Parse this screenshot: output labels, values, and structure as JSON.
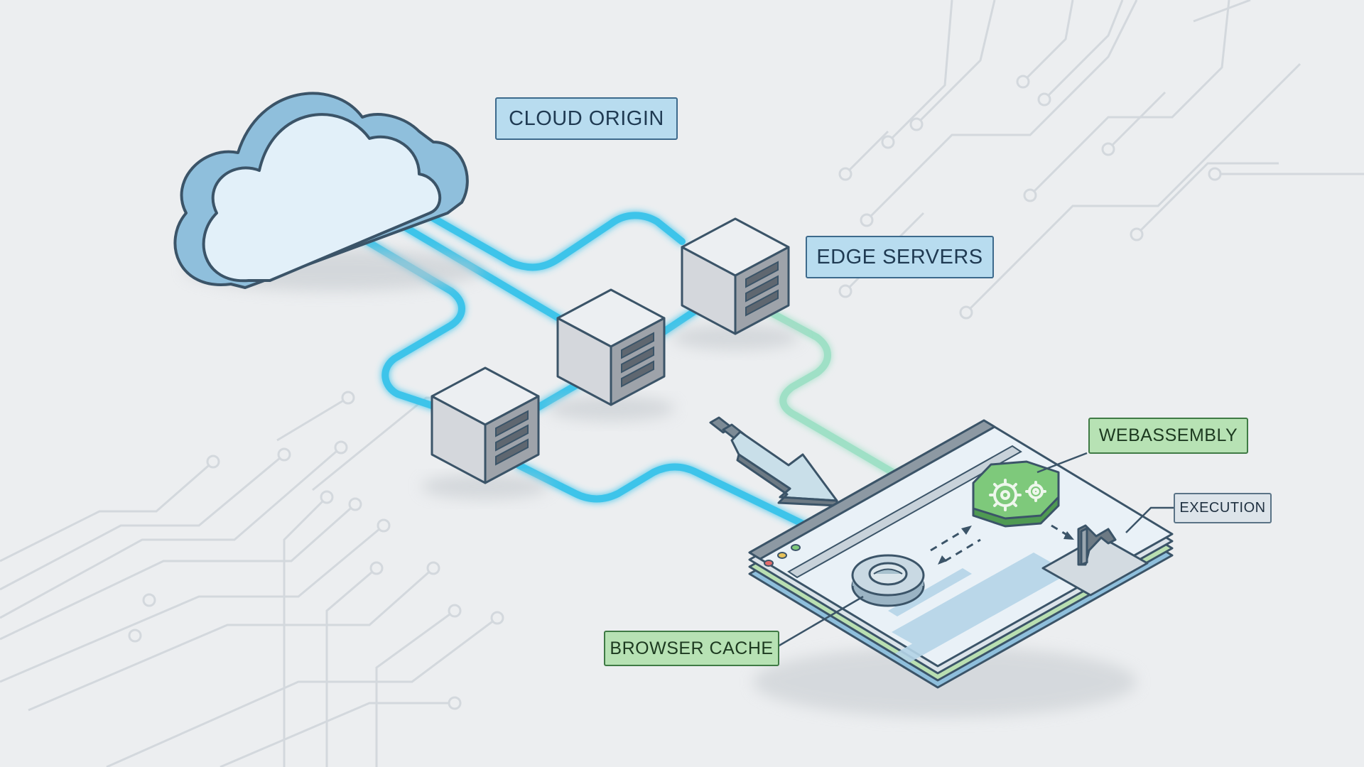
{
  "labels": {
    "cloud_origin": "CLOUD ORIGIN",
    "edge_servers": "EDGE SERVERS",
    "webassembly": "WEBASSEMBLY",
    "execution": "EXECUTION",
    "browser_cache": "BROWSER CACHE"
  },
  "colors": {
    "background": "#eceef0",
    "circuit_trace": "#d3d8dd",
    "fiber_blue": "#3cc4ea",
    "fiber_green": "#9fe0c6",
    "cloud_fill": "#e2f0f9",
    "cloud_side": "#8fbfdc",
    "server_light": "#d4d7dc",
    "server_dark": "#9ea3aa",
    "wasm_green": "#7ec97b",
    "label_blue": "#b8dcef",
    "label_green": "#b7e2b4",
    "label_gray": "#dde4ea",
    "outline": "#3b5468"
  }
}
